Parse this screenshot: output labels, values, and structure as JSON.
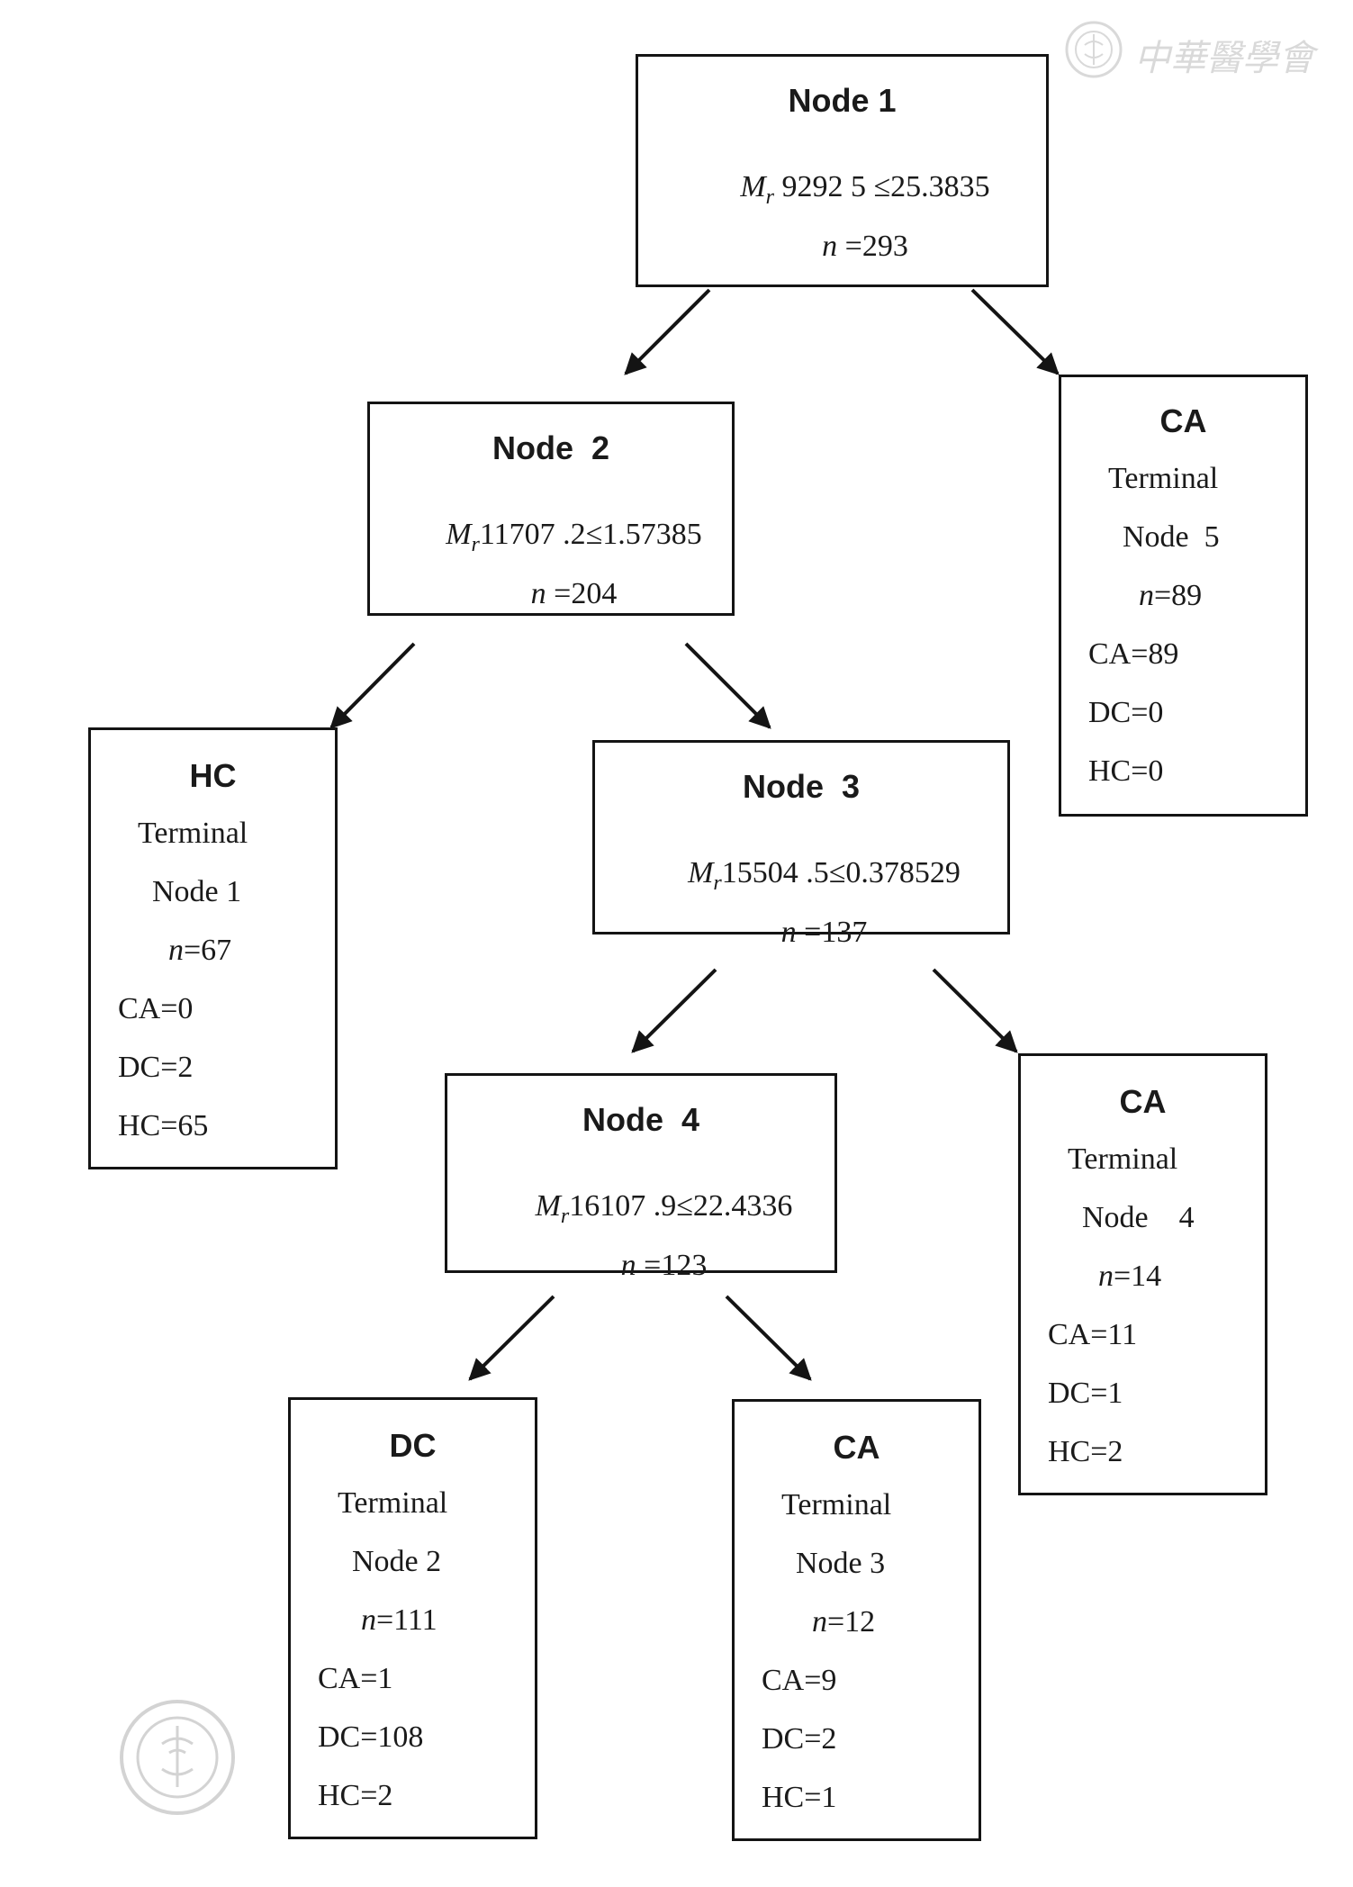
{
  "watermark_text": "中華醫學會",
  "nodes": {
    "node1": {
      "title": "Node 1",
      "mr_label": "M",
      "mr_sub": "r",
      "split": " 9292 5 ≤25.3835",
      "n_label": "n",
      "n_value": " =293"
    },
    "node2": {
      "title": "Node  2",
      "mr_label": "M",
      "mr_sub": "r",
      "split": "11707 .2≤1.57385",
      "n_label": "n",
      "n_value": " =204"
    },
    "node3": {
      "title": "Node  3",
      "mr_label": "M",
      "mr_sub": "r",
      "split": "15504 .5≤0.378529",
      "n_label": "n",
      "n_value": " =137"
    },
    "node4": {
      "title": "Node  4",
      "mr_label": "M",
      "mr_sub": "r",
      "split": "16107 .9≤22.4336",
      "n_label": "n",
      "n_value": " =123"
    }
  },
  "terminals": {
    "t5": {
      "title": "CA",
      "line1": "Terminal",
      "line2": "Node  5",
      "n_label": "n",
      "n_value": "=89",
      "ca": "CA=89",
      "dc": "DC=0",
      "hc": "HC=0"
    },
    "t1": {
      "title": "HC",
      "line1": "Terminal",
      "line2": "Node 1",
      "n_label": "n",
      "n_value": "=67",
      "ca": "CA=0",
      "dc": "DC=2",
      "hc": "HC=65"
    },
    "t4": {
      "title": "CA",
      "line1": "Terminal",
      "line2": "Node    4",
      "n_label": "n",
      "n_value": "=14",
      "ca": "CA=11",
      "dc": "DC=1",
      "hc": "HC=2"
    },
    "t2": {
      "title": "DC",
      "line1": "Terminal",
      "line2": "Node 2",
      "n_label": "n",
      "n_value": "=111",
      "ca": "CA=1",
      "dc": "DC=108",
      "hc": "HC=2"
    },
    "t3": {
      "title": "CA",
      "line1": "Terminal",
      "line2": "Node 3",
      "n_label": "n",
      "n_value": "=12",
      "ca": "CA=9",
      "dc": "DC=2",
      "hc": "HC=1"
    }
  }
}
